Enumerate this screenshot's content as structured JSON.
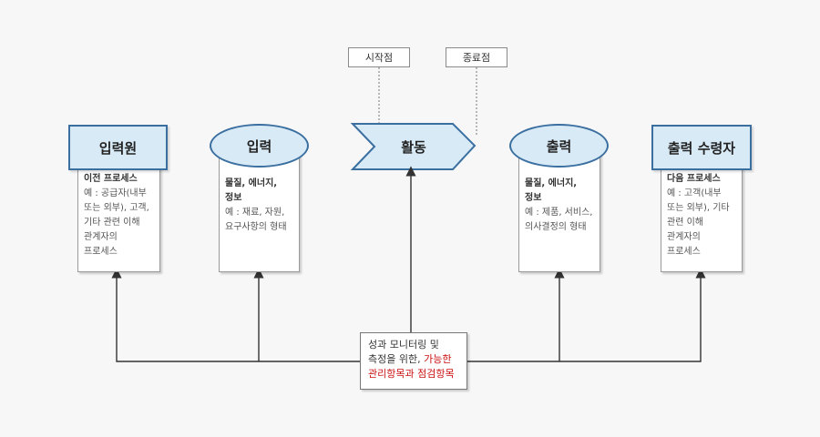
{
  "markers": {
    "start": "시작점",
    "end": "종료점"
  },
  "supplier": {
    "title": "입력원",
    "desc_title": "이전 프로세스",
    "desc_lines": [
      "예 : 공급자(내부",
      "또는 외부), 고객,",
      "기타 관련 이해",
      "관계자의",
      "프로세스"
    ]
  },
  "input": {
    "title": "입력",
    "desc_title_lines": [
      "물질, 에너지,",
      "정보"
    ],
    "desc_lines": [
      "예 : 재료, 자원,",
      "요구사항의 형태"
    ]
  },
  "activity": {
    "title": "활동"
  },
  "output": {
    "title": "출력",
    "desc_title_lines": [
      "물질, 에너지,",
      "정보"
    ],
    "desc_lines": [
      "예 : 제품, 서비스,",
      "의사결정의 형태"
    ]
  },
  "receiver": {
    "title": "출력 수령자",
    "desc_title": "다음 프로세스",
    "desc_lines": [
      "예 : 고객(내부",
      "또는 외부), 기타",
      "관련 이해",
      "관계자의",
      "프로세스"
    ]
  },
  "monitoring": {
    "line1": "성과 모니터링 및",
    "line2_a": "측정을 위한, ",
    "line2_b": "가능한",
    "line3": "관리항목과 점검항목"
  },
  "colors": {
    "head_fill": "#d9eaf7",
    "head_border": "#3a6fa0",
    "highlight": "#cc1111"
  }
}
